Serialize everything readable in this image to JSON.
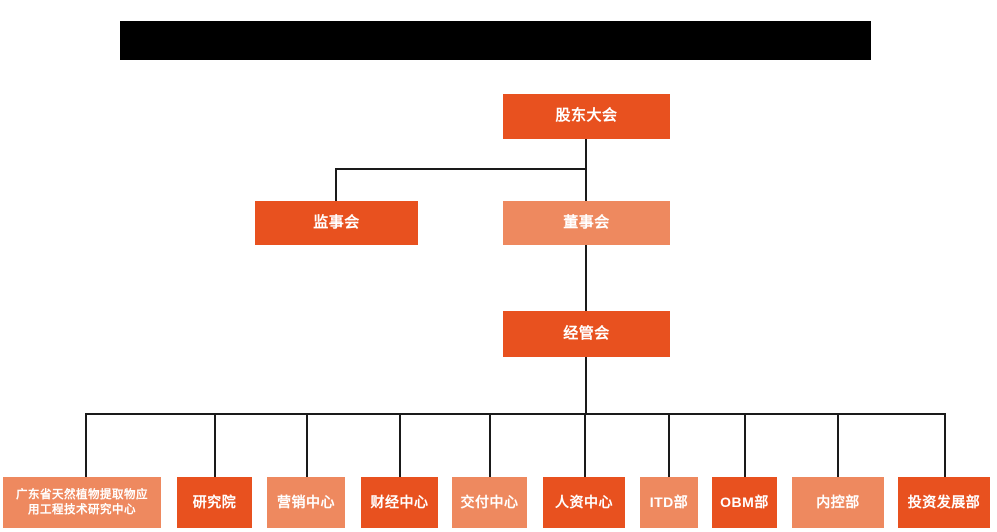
{
  "banner": {
    "name": "redacted-title-banner",
    "color": "#000000",
    "text": ""
  },
  "colors": {
    "background": "#ffffff",
    "node_dark": "#E8511F",
    "node_light": "#EE895F",
    "connector": "#1a1a1a",
    "node_text": "#ffffff"
  },
  "chart_data": {
    "type": "diagram",
    "title": "",
    "nodes": [
      {
        "id": "shareholders",
        "label": "股东大会",
        "tone": "dark",
        "level": 1
      },
      {
        "id": "supervisors",
        "label": "监事会",
        "tone": "dark",
        "level": 2
      },
      {
        "id": "directors",
        "label": "董事会",
        "tone": "light",
        "level": 2
      },
      {
        "id": "management",
        "label": "经管会",
        "tone": "dark",
        "level": 3
      },
      {
        "id": "research-ctr",
        "label": "广东省天然植物提取物应\n用工程技术研究中心",
        "tone": "light",
        "level": 4
      },
      {
        "id": "institute",
        "label": "研究院",
        "tone": "dark",
        "level": 4
      },
      {
        "id": "marketing",
        "label": "营销中心",
        "tone": "light",
        "level": 4
      },
      {
        "id": "finance",
        "label": "财经中心",
        "tone": "dark",
        "level": 4
      },
      {
        "id": "delivery",
        "label": "交付中心",
        "tone": "light",
        "level": 4
      },
      {
        "id": "hr",
        "label": "人资中心",
        "tone": "dark",
        "level": 4
      },
      {
        "id": "itd",
        "label": "ITD部",
        "tone": "light",
        "level": 4
      },
      {
        "id": "obm",
        "label": "OBM部",
        "tone": "dark",
        "level": 4
      },
      {
        "id": "internal-ctrl",
        "label": "内控部",
        "tone": "light",
        "level": 4
      },
      {
        "id": "investment",
        "label": "投资发展部",
        "tone": "dark",
        "level": 4
      }
    ],
    "edges": [
      {
        "from": "shareholders",
        "to": "supervisors"
      },
      {
        "from": "shareholders",
        "to": "directors"
      },
      {
        "from": "directors",
        "to": "management"
      },
      {
        "from": "management",
        "to": "research-ctr"
      },
      {
        "from": "management",
        "to": "institute"
      },
      {
        "from": "management",
        "to": "marketing"
      },
      {
        "from": "management",
        "to": "finance"
      },
      {
        "from": "management",
        "to": "delivery"
      },
      {
        "from": "management",
        "to": "hr"
      },
      {
        "from": "management",
        "to": "itd"
      },
      {
        "from": "management",
        "to": "obm"
      },
      {
        "from": "management",
        "to": "internal-ctrl"
      },
      {
        "from": "management",
        "to": "investment"
      }
    ]
  }
}
